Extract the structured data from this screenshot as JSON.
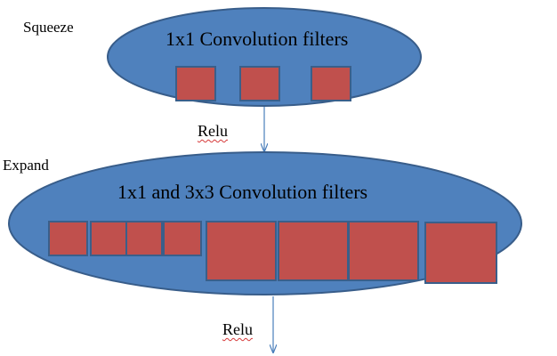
{
  "squeeze": {
    "side_label": "Squeeze",
    "title": "1x1 Convolution filters",
    "filter_count": 3
  },
  "expand": {
    "side_label": "Expand",
    "title": "1x1 and 3x3 Convolution filters",
    "small_filter_count": 4,
    "large_filter_count": 4
  },
  "activations": {
    "squeeze_out": "Relu",
    "expand_out": "Relu"
  },
  "colors": {
    "ellipse_fill": "#4f81bd",
    "ellipse_stroke": "#385d8a",
    "filter_fill": "#c0504d",
    "filter_stroke": "#3a5f8a",
    "arrow": "#4a7ebb"
  }
}
